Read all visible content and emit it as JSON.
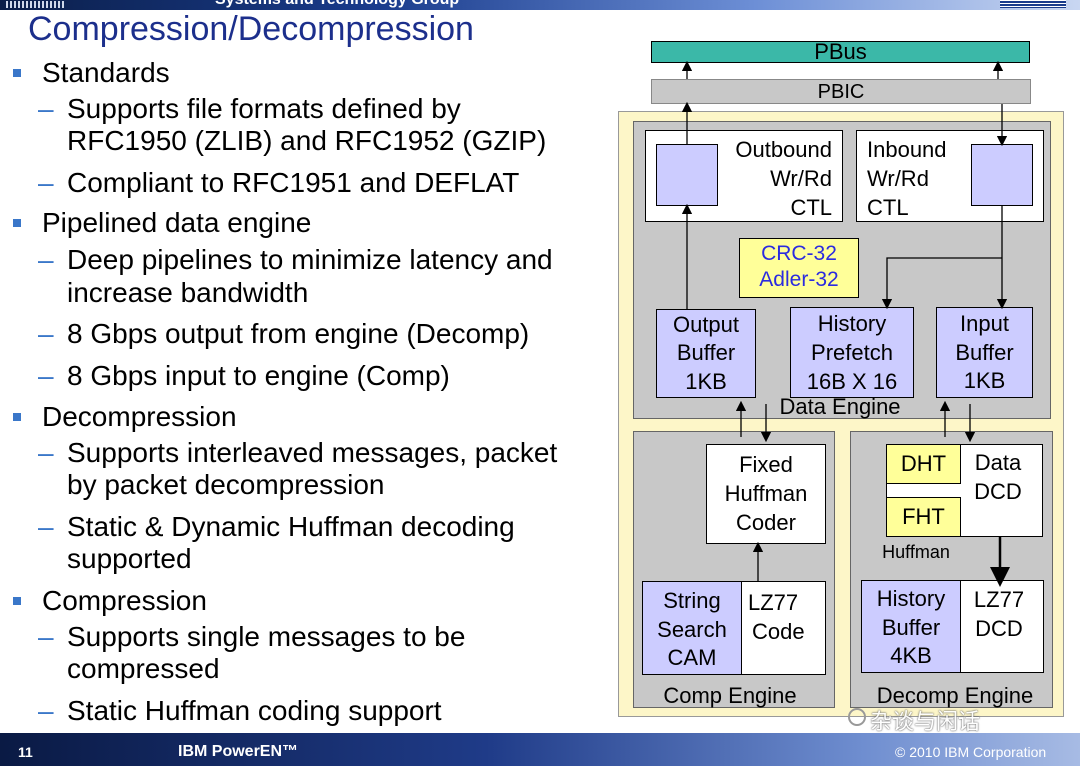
{
  "header": {
    "top_strip_text": "Systems and Technology Group",
    "title": "Compression/Decompression"
  },
  "bullets": {
    "standards": {
      "label": "Standards",
      "items": [
        [
          "Supports file formats defined by",
          "RFC1950 (ZLIB) and RFC1952 (GZIP)"
        ],
        [
          "Compliant to RFC1951 and DEFLAT"
        ]
      ]
    },
    "pipelined": {
      "label": "Pipelined data engine",
      "items": [
        [
          "Deep pipelines to minimize latency and",
          "increase bandwidth"
        ],
        [
          "8 Gbps output from engine (Decomp)"
        ],
        [
          "8 Gbps input to engine (Comp)"
        ]
      ]
    },
    "decompression": {
      "label": "Decompression",
      "items": [
        [
          "Supports interleaved messages, packet",
          "by packet decompression"
        ],
        [
          "Static & Dynamic Huffman decoding",
          "supported"
        ]
      ]
    },
    "compression": {
      "label": "Compression",
      "items": [
        [
          "Supports single messages to be",
          "compressed"
        ],
        [
          "Static Huffman coding support"
        ]
      ]
    }
  },
  "diagram": {
    "pbus": "PBus",
    "pbic": "PBIC",
    "outbound": [
      "Outbound",
      "Wr/Rd",
      "CTL"
    ],
    "inbound": [
      "Inbound",
      "Wr/Rd",
      "CTL"
    ],
    "crc": [
      "CRC-32",
      "Adler-32"
    ],
    "output_buffer": [
      "Output",
      "Buffer",
      "1KB"
    ],
    "history_prefetch": [
      "History",
      "Prefetch",
      "16B X 16"
    ],
    "input_buffer": [
      "Input",
      "Buffer",
      "1KB"
    ],
    "data_engine": "Data Engine",
    "fixed_huffman": [
      "Fixed",
      "Huffman",
      "Coder"
    ],
    "string_search": [
      "String",
      "Search",
      "CAM"
    ],
    "lz77_code": [
      "LZ77",
      "Code"
    ],
    "comp_engine": "Comp Engine",
    "dht": "DHT",
    "fht": "FHT",
    "data_dcd": [
      "Data",
      "DCD"
    ],
    "huffman": "Huffman",
    "history_buffer": [
      "History",
      "Buffer",
      "4KB"
    ],
    "lz77_dcd": [
      "LZ77",
      "DCD"
    ],
    "decomp_engine": "Decomp Engine"
  },
  "footer": {
    "page_number": "11",
    "product": "IBM PowerEN™",
    "copyright": "© 2010 IBM Corporation",
    "watermark": "杂谈与闲话"
  },
  "colors": {
    "title": "#1c2f8c",
    "bullet_marker": "#3a77c9",
    "pbus": "#3bb8a8",
    "outer_panel": "#fdf6c8",
    "engine_panel": "#c8c8c8",
    "module_fill": "#ccccff",
    "highlight_fill": "#ffff99"
  }
}
